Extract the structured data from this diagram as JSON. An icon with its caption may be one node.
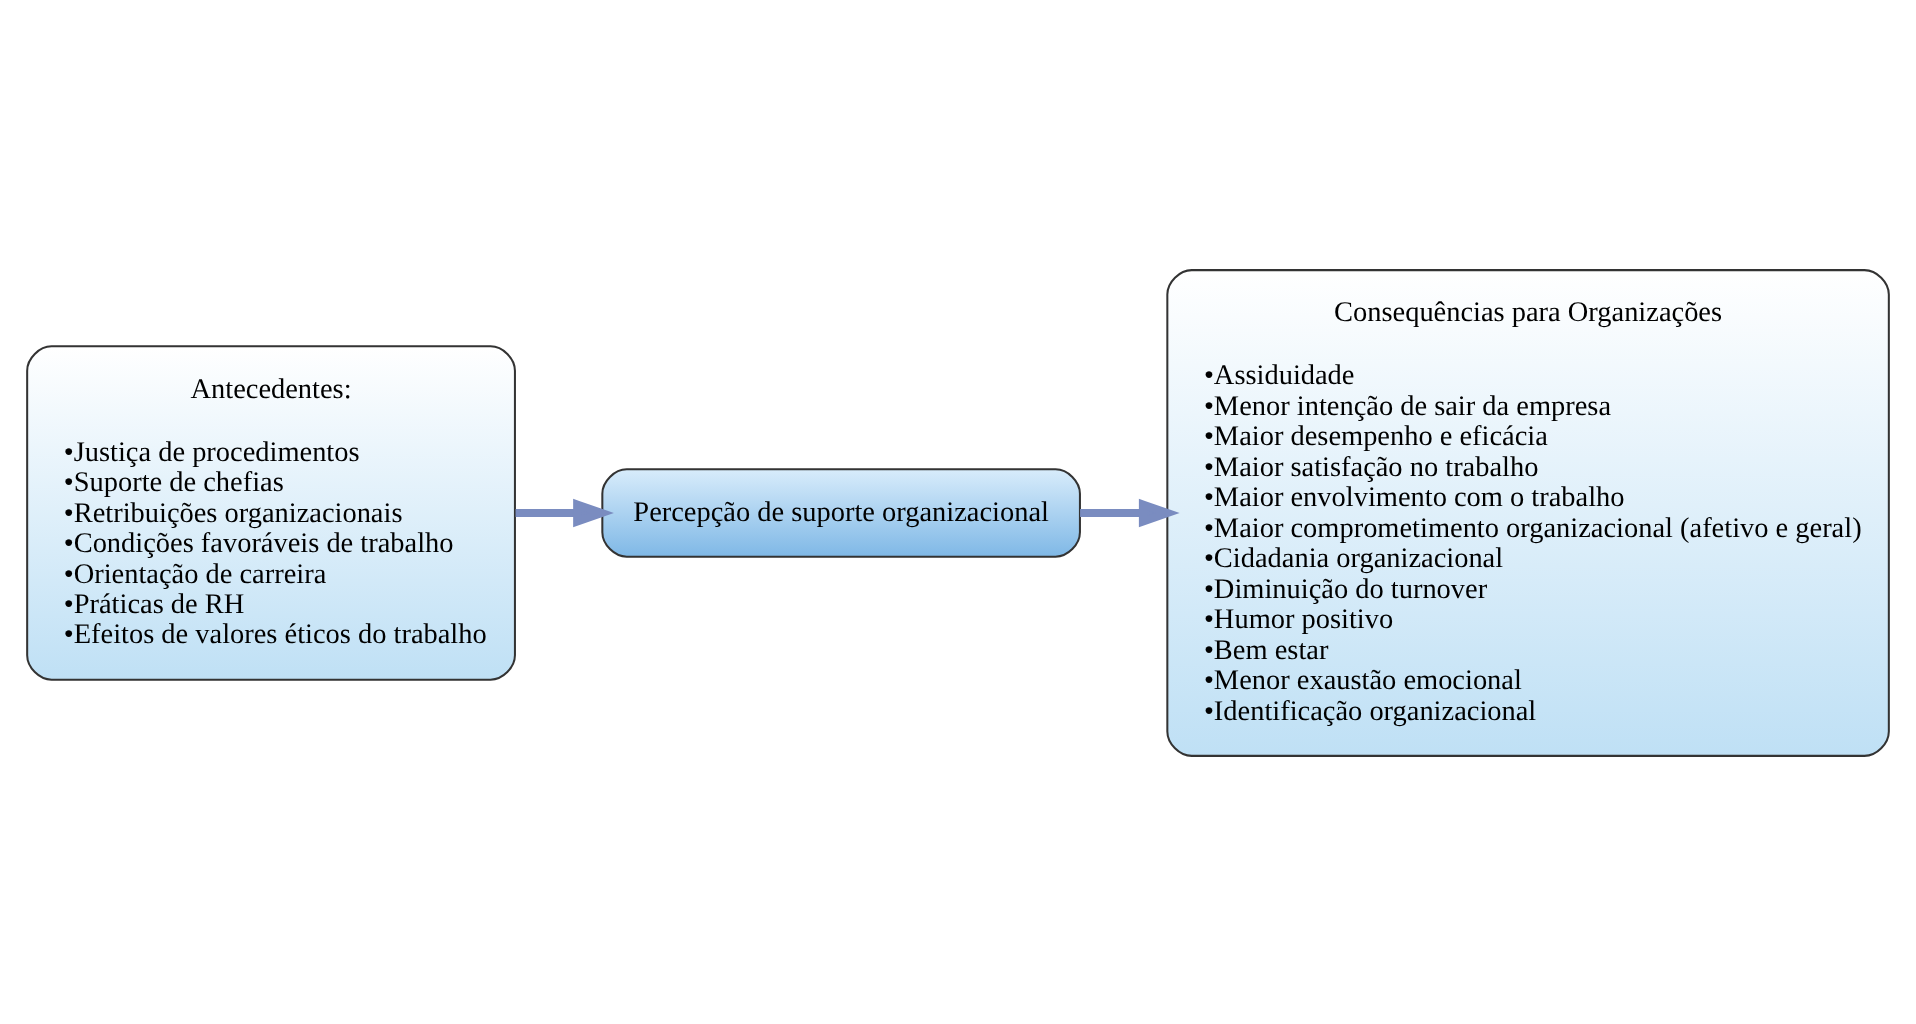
{
  "diagram": {
    "nodes": [
      {
        "text": [
          "Antecedentes:",
          "•Justiça de procedimentos",
          "•Suporte de chefias",
          "•Retribuições organizacionais",
          "•Condições favoráveis de trabalho",
          "•Orientação de carreira",
          "•Práticas de RH",
          "•Efeitos de valores éticos do trabalho"
        ]
      },
      {
        "text": [
          "Percepção de suporte organizacional"
        ]
      },
      {
        "text": [
          "Consequências para Organizações",
          "•Assiduidade",
          "•Menor intenção de sair da empresa",
          "•Maior desempenho e eficácia",
          "•Maior satisfação no trabalho",
          "•Maior envolvimento com o trabalho",
          "•Maior comprometimento organizacional (afetivo e geral)",
          "•Cidadania organizacional",
          "•Diminuição do turnover",
          "•Humor positivo",
          "•Bem estar",
          "•Menor exaustão emocional",
          "•Identificação organizacional"
        ]
      }
    ],
    "edges": [
      {
        "from": 0,
        "to": 1,
        "arrow": "to"
      },
      {
        "from": 1,
        "to": 2,
        "arrow": "to"
      }
    ]
  }
}
